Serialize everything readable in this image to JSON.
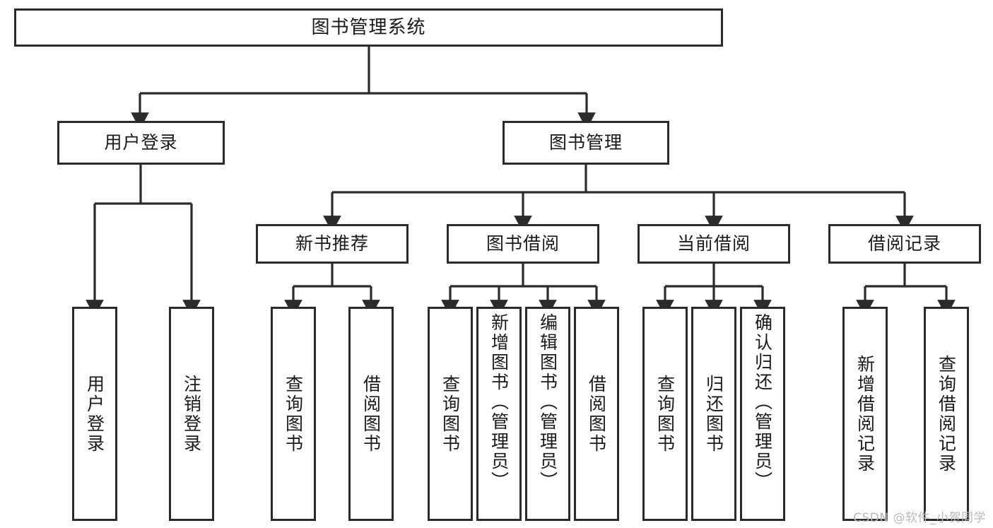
{
  "diagram": {
    "title": "图书管理系统",
    "type": "tree",
    "orientation": "top-down",
    "colors": {
      "box_border": "#2b2b2b",
      "box_fill": "#ffffff",
      "connector": "#2b2b2b",
      "background": "#ffffff",
      "watermark": "#b9b9b9"
    },
    "root": {
      "label": "图书管理系统"
    },
    "level2": [
      {
        "label": "用户登录"
      },
      {
        "label": "图书管理"
      }
    ],
    "level3": [
      {
        "label": "新书推荐"
      },
      {
        "label": "图书借阅"
      },
      {
        "label": "当前借阅"
      },
      {
        "label": "借阅记录"
      }
    ],
    "leaves": {
      "user_login": [
        {
          "label": "用户登录"
        },
        {
          "label": "注销登录"
        }
      ],
      "new_book_recommend": [
        {
          "label": "查询图书"
        },
        {
          "label": "借阅图书"
        }
      ],
      "book_borrow": [
        {
          "label": "查询图书"
        },
        {
          "label": "新增图书（管理员）"
        },
        {
          "label": "编辑图书（管理员）"
        },
        {
          "label": "借阅图书"
        }
      ],
      "current_borrow": [
        {
          "label": "查询图书"
        },
        {
          "label": "归还图书"
        },
        {
          "label": "确认归还（管理员）"
        }
      ],
      "borrow_records": [
        {
          "label": "新增借阅记录"
        },
        {
          "label": "查询借阅记录"
        }
      ]
    },
    "watermark": "CSDN @软件_小贺同学"
  }
}
